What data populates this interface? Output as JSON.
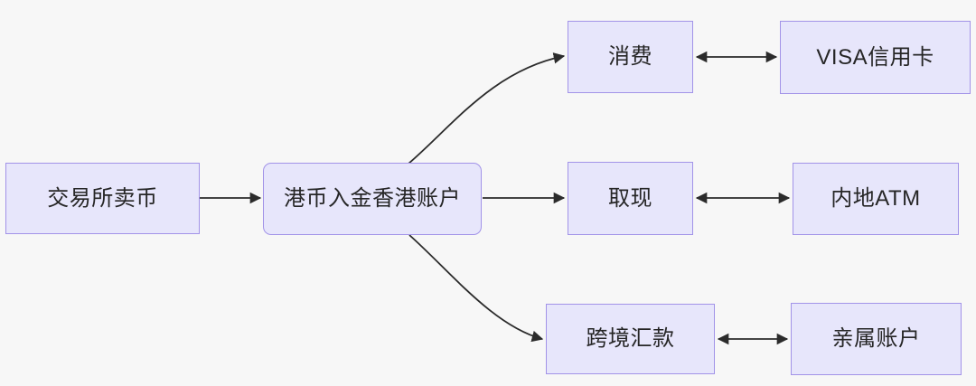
{
  "diagram": {
    "title": "HKD outflow routes flowchart",
    "background_color": "#f7f7f7",
    "node_fill_color": "#e7e6fb",
    "node_border_color": "#a293e8",
    "text_color": "#262626",
    "edge_color": "#2b2b2b",
    "nodes": [
      {
        "id": "exchange-sell",
        "label": "交易所卖币",
        "shape": "rect"
      },
      {
        "id": "hkd-deposit",
        "label": "港币入金香港账户",
        "shape": "rounded-rect"
      },
      {
        "id": "spending",
        "label": "消费",
        "shape": "rect"
      },
      {
        "id": "visa-credit-card",
        "label": "VISA信用卡",
        "shape": "rect"
      },
      {
        "id": "cash-withdrawal",
        "label": "取现",
        "shape": "rect"
      },
      {
        "id": "mainland-atm",
        "label": "内地ATM",
        "shape": "rect"
      },
      {
        "id": "cross-border-remit",
        "label": "跨境汇款",
        "shape": "rect"
      },
      {
        "id": "relative-account",
        "label": "亲属账户",
        "shape": "rect"
      }
    ],
    "edges": [
      {
        "id": "edge-exchange-to-deposit",
        "from": "exchange-sell",
        "to": "hkd-deposit",
        "style": "straight",
        "direction": "forward"
      },
      {
        "id": "edge-deposit-to-spending",
        "from": "hkd-deposit",
        "to": "spending",
        "style": "curved",
        "direction": "forward"
      },
      {
        "id": "edge-deposit-to-withdraw",
        "from": "hkd-deposit",
        "to": "cash-withdrawal",
        "style": "straight",
        "direction": "forward"
      },
      {
        "id": "edge-deposit-to-remit",
        "from": "hkd-deposit",
        "to": "cross-border-remit",
        "style": "curved",
        "direction": "forward"
      },
      {
        "id": "edge-spending-visa",
        "from": "spending",
        "to": "visa-credit-card",
        "style": "straight",
        "direction": "bidirectional"
      },
      {
        "id": "edge-withdraw-atm",
        "from": "cash-withdrawal",
        "to": "mainland-atm",
        "style": "straight",
        "direction": "bidirectional"
      },
      {
        "id": "edge-remit-relative",
        "from": "cross-border-remit",
        "to": "relative-account",
        "style": "straight",
        "direction": "bidirectional"
      }
    ]
  }
}
